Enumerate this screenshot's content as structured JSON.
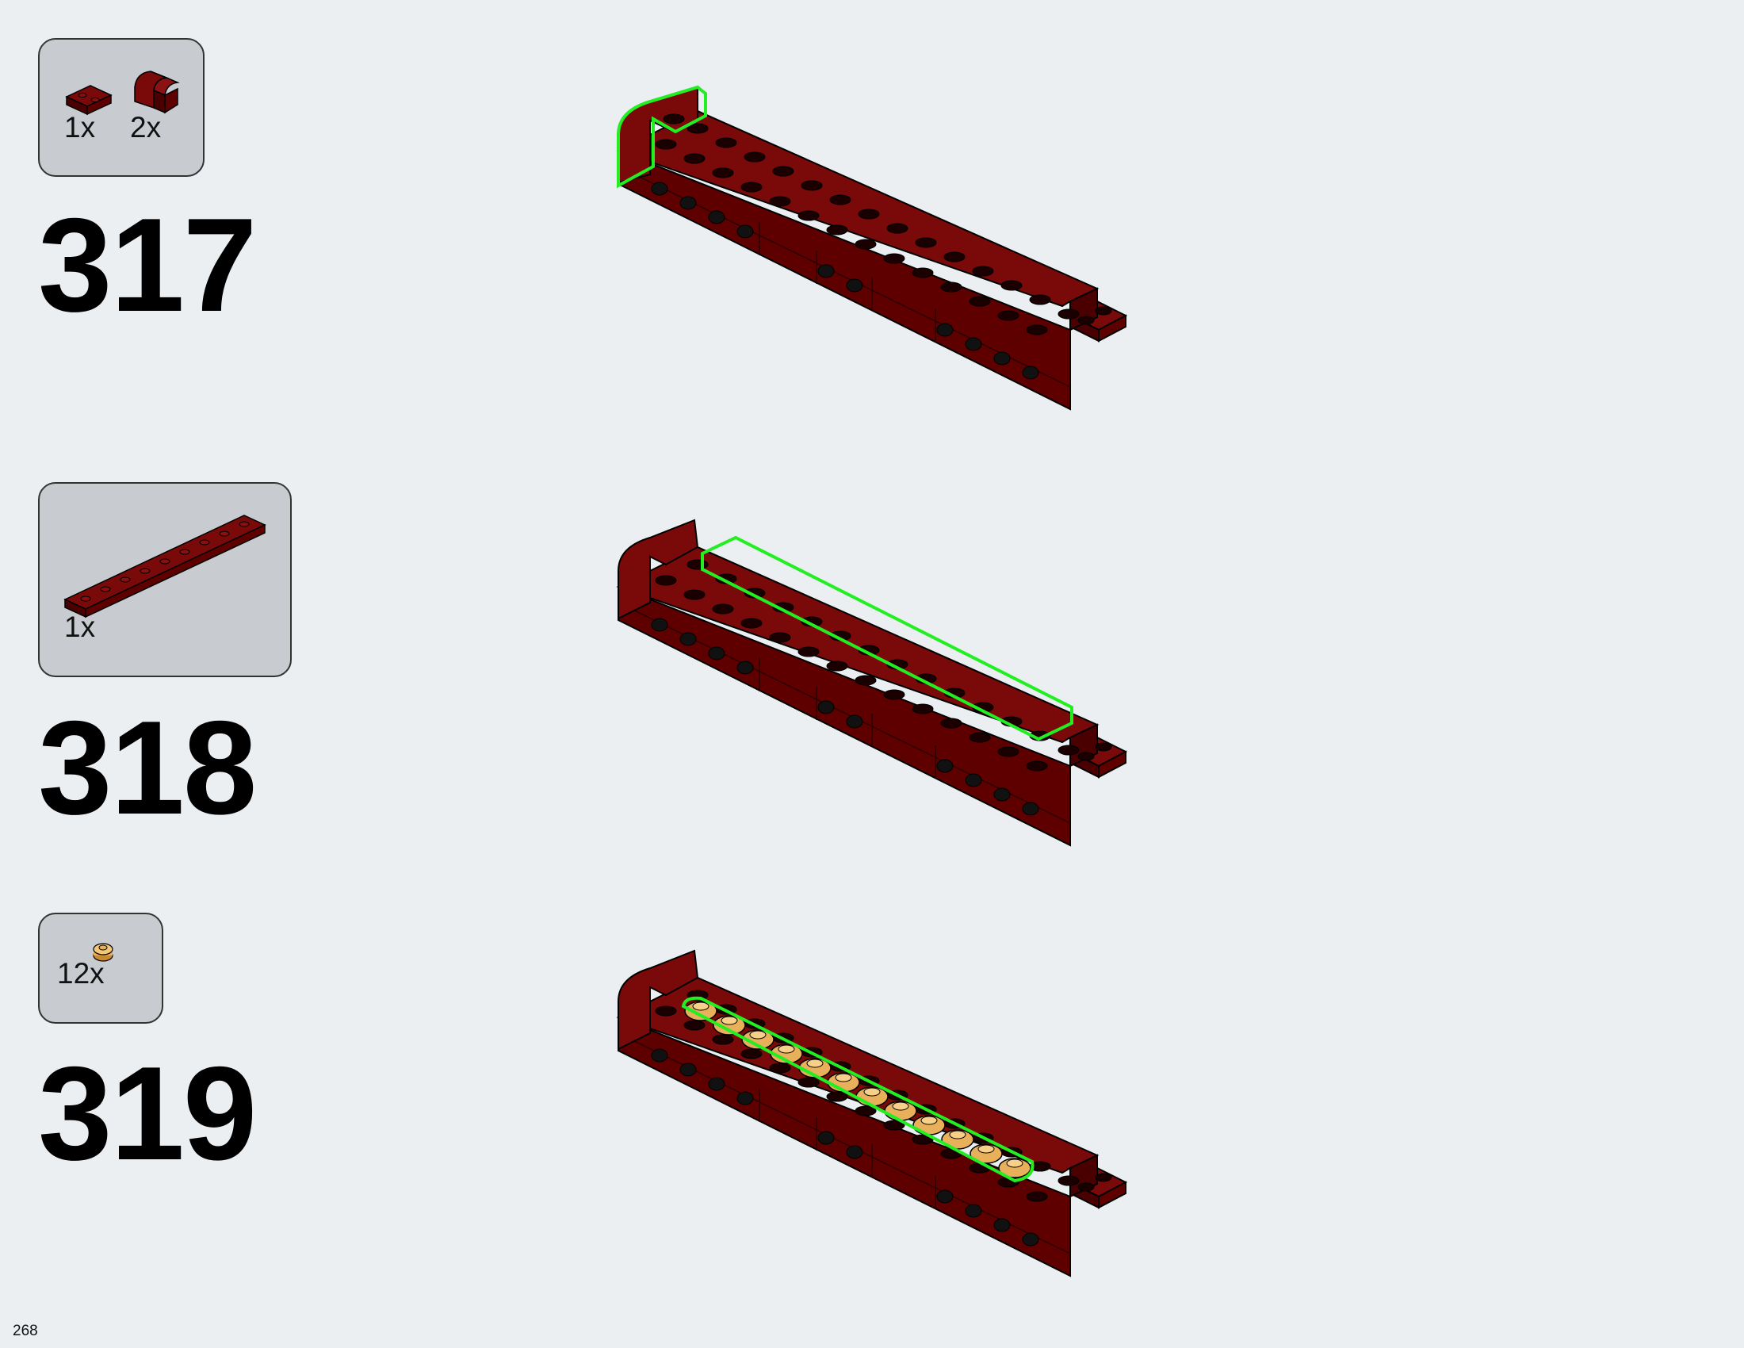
{
  "page_number": "268",
  "colors": {
    "background": "#ebeff2",
    "parts_box": "#c8ccd0",
    "brick_dark_red": "#5e0000",
    "highlight_green": "#22ee22",
    "tan_part": "#e8b05a"
  },
  "steps": [
    {
      "number": "317",
      "parts": [
        {
          "qty": "1x",
          "icon": "dark-red-plate-1x2-icon"
        },
        {
          "qty": "2x",
          "icon": "dark-red-curved-slope-icon"
        }
      ]
    },
    {
      "number": "318",
      "parts": [
        {
          "qty": "1x",
          "icon": "dark-red-long-plate-icon"
        }
      ]
    },
    {
      "number": "319",
      "parts": [
        {
          "qty": "12x",
          "icon": "tan-round-plate-icon"
        }
      ]
    }
  ]
}
